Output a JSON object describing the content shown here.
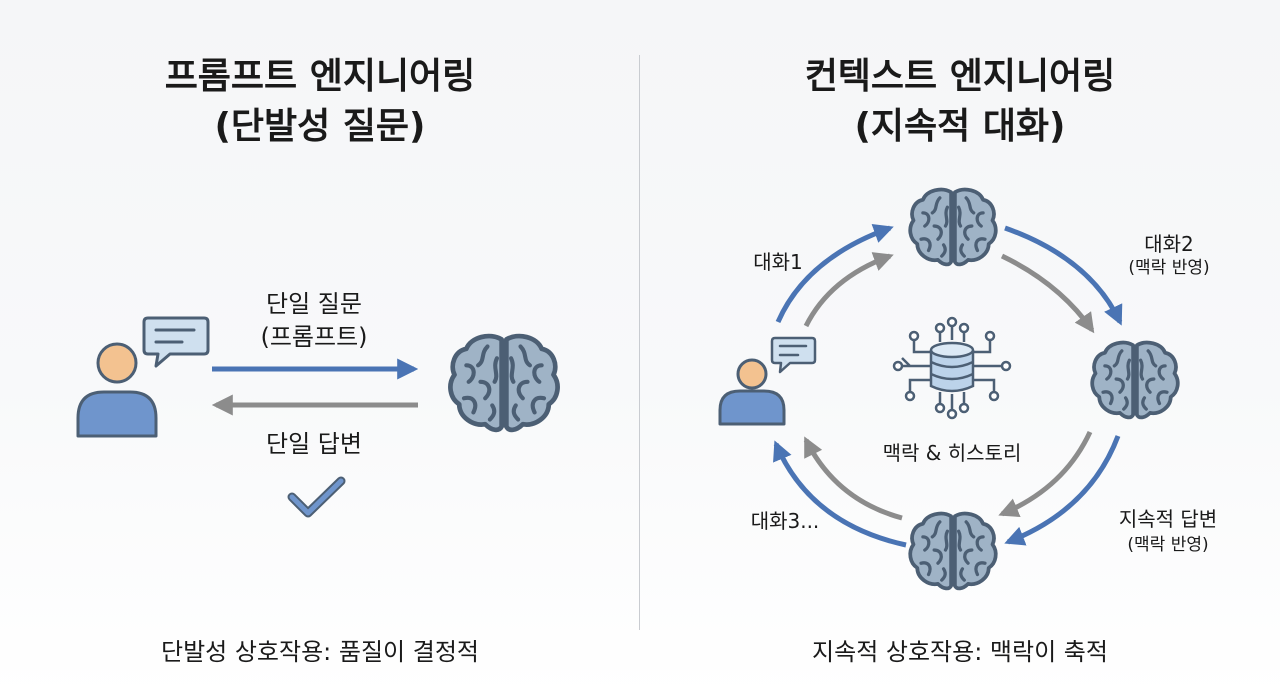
{
  "left": {
    "title_line1": "프롬프트 엔지니어링",
    "title_line2": "(단발성 질문)",
    "question_line1": "단일 질문",
    "question_line2": "(프롬프트)",
    "answer": "단일 답변",
    "caption": "단발성 상호작용: 품질이 결정적"
  },
  "right": {
    "title_line1": "컨텍스트 엔지니어링",
    "title_line2": "(지속적 대화)",
    "turn1": "대화1",
    "turn2": "대화2",
    "turn2_note": "(맥락 반영)",
    "turn3": "대화3...",
    "answer": "지속적 답변",
    "answer_note": "(맥락 반영)",
    "center": "맥락 & 히스토리",
    "caption": "지속적 상호작용: 맥락이 축적"
  },
  "colors": {
    "blue_arrow": "#4a74b4",
    "gray_arrow": "#8c8c8c",
    "brain_fill": "#9fb3c6",
    "person_skin": "#f3c290",
    "person_body": "#6f95cc"
  },
  "icons": [
    "user-icon",
    "speech-bubble-icon",
    "brain-icon",
    "checkmark-icon",
    "database-network-icon"
  ]
}
